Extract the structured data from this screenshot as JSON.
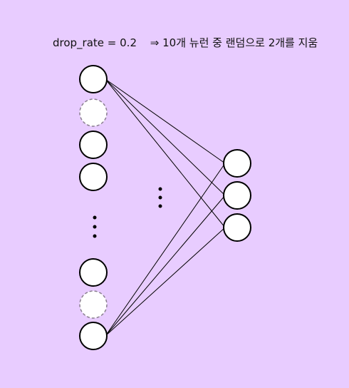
{
  "caption": {
    "rate_text": "drop_rate = 0.2",
    "arrow": "⇒",
    "result_text": "10개 뉴런 중 랜덤으로 2개를 지움"
  },
  "colors": {
    "background": "#e8ccff",
    "neuron_fill": "#ffffff",
    "stroke": "#000000",
    "dropped_stroke": "#8a7f8f"
  },
  "network": {
    "input_column": [
      "active",
      "dropped",
      "active",
      "active",
      "ellipsis",
      "active",
      "dropped",
      "active"
    ],
    "output_column": [
      "active",
      "active",
      "active"
    ],
    "middle_ellipsis": true
  }
}
